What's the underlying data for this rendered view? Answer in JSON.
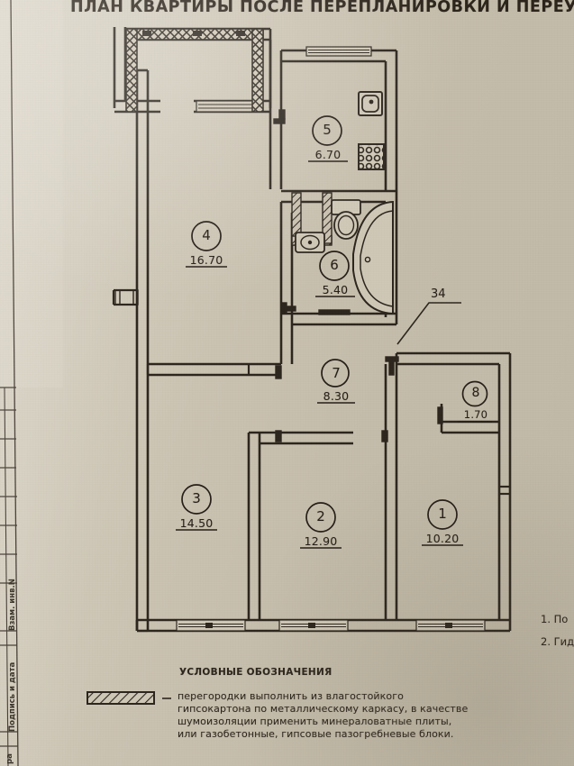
{
  "document": {
    "title": "ПЛАН КВАРТИРЫ ПОСЛЕ ПЕРЕПЛАНИРОВКИ И ПЕРЕУСТРО",
    "type": "architectural-floor-plan",
    "annotation_34": "34"
  },
  "rooms": [
    {
      "id": "room-1",
      "number": "1",
      "area": "10.20",
      "kind": "living-room"
    },
    {
      "id": "room-2",
      "number": "2",
      "area": "12.90",
      "kind": "living-room"
    },
    {
      "id": "room-3",
      "number": "3",
      "area": "14.50",
      "kind": "living-room"
    },
    {
      "id": "room-4",
      "number": "4",
      "area": "16.70",
      "kind": "living-room"
    },
    {
      "id": "room-5",
      "number": "5",
      "area": "6.70",
      "kind": "kitchen"
    },
    {
      "id": "room-6",
      "number": "6",
      "area": "5.40",
      "kind": "bathroom"
    },
    {
      "id": "room-7",
      "number": "7",
      "area": "8.30",
      "kind": "hallway"
    },
    {
      "id": "room-8",
      "number": "8",
      "area": "1.70",
      "kind": "closet"
    }
  ],
  "legend": {
    "title": "УСЛОВНЫЕ ОБОЗНАЧЕНИЯ",
    "dash": "–",
    "lines": [
      "перегородки выполнить из влагостойкого",
      "гипсокартона по металлическому каркасу, в качестве",
      "шумоизоляции применить минераловатные плиты,",
      "или газобетонные, гипсовые пазогребневые блоки."
    ]
  },
  "side_notes": [
    {
      "label": "1. По"
    },
    {
      "label": "2. Гид"
    }
  ],
  "title_block": {
    "fields": [
      {
        "label": "Взам. инв.N"
      },
      {
        "label": "Подпись и дата"
      },
      {
        "label": "ра"
      }
    ]
  },
  "colors": {
    "paper": "#cbc2b0",
    "ink": "#241d16",
    "wall": "#2a241c"
  }
}
